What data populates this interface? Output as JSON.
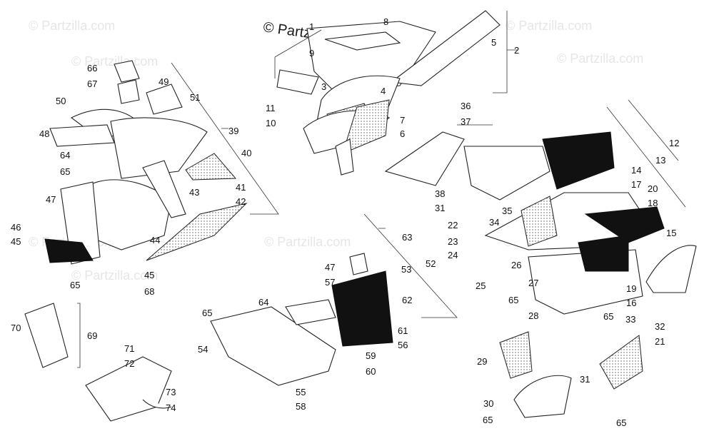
{
  "watermark": {
    "main": "© Partzilla.com",
    "repeat": "© Partzilla.com"
  },
  "callouts": [
    "1",
    "2",
    "3",
    "4",
    "5",
    "6",
    "7",
    "8",
    "9",
    "10",
    "11",
    "12",
    "13",
    "14",
    "15",
    "16",
    "17",
    "18",
    "19",
    "20",
    "21",
    "22",
    "23",
    "24",
    "25",
    "26",
    "27",
    "28",
    "29",
    "30",
    "31",
    "32",
    "33",
    "34",
    "35",
    "36",
    "37",
    "38",
    "39",
    "40",
    "41",
    "42",
    "43",
    "44",
    "45",
    "46",
    "47",
    "48",
    "49",
    "50",
    "51",
    "52",
    "53",
    "54",
    "55",
    "56",
    "57",
    "58",
    "59",
    "60",
    "61",
    "62",
    "63",
    "64",
    "65",
    "66",
    "67",
    "68",
    "69",
    "70",
    "71",
    "72",
    "73",
    "74"
  ]
}
